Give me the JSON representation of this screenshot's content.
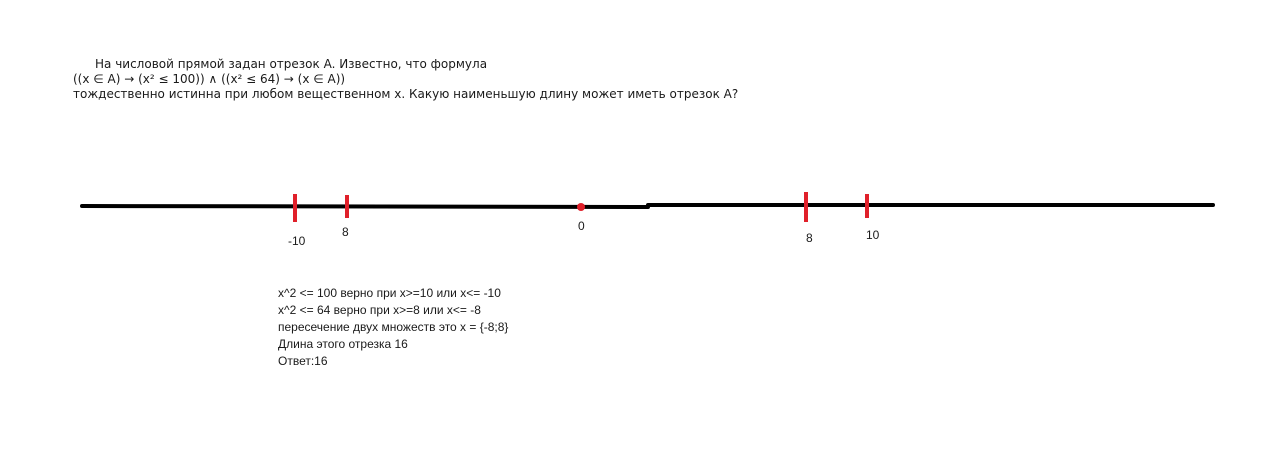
{
  "problem": {
    "line1": "На числовой прямой задан отрезок A. Известно, что формула",
    "formula": "((x ∈ A) → (x² ≤ 100)) ∧ ((x² ≤ 64) → (x ∈ A))",
    "line3": "тождественно истинна при любом вещественном x. Какую наименьшую длину может иметь отрезок A?"
  },
  "number_line": {
    "line_color": "#000000",
    "mark_color": "#e0202a",
    "labels": {
      "minus10": "-10",
      "left8": "8",
      "zero": "0",
      "right8": "8",
      "ten": "10"
    }
  },
  "solution": {
    "lines": [
      "x^2 <= 100 верно при x>=10 или x<= -10",
      "x^2 <= 64 верно при x>=8 или x<= -8",
      "пересечение двух множеств это x = {-8;8}",
      "Длина этого отрезка 16",
      "Ответ:16"
    ]
  }
}
